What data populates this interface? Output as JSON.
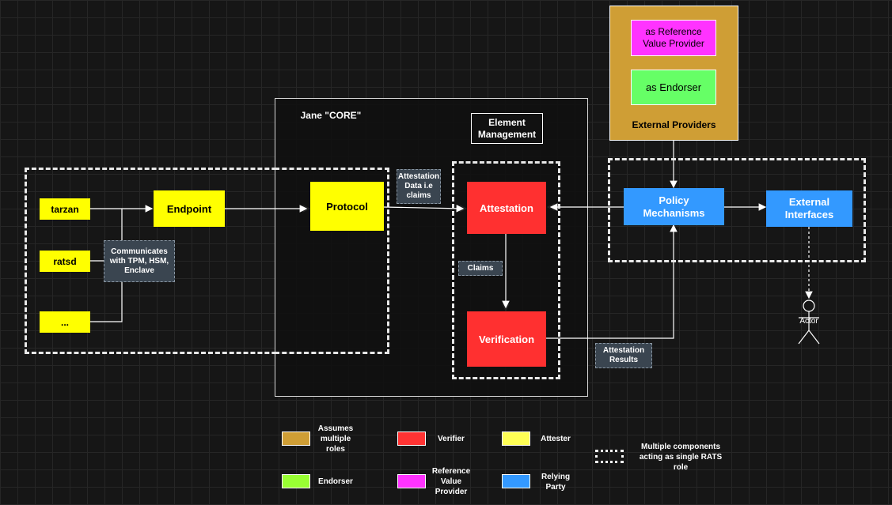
{
  "core": {
    "title": "Jane \"CORE\"",
    "element_management": "Element Management"
  },
  "external": {
    "title": "External Providers",
    "ref_value_provider": "as Reference Value Provider",
    "endorser": "as Endorser"
  },
  "nodes": {
    "tarzan": "tarzan",
    "ratsd": "ratsd",
    "ellipsis": "...",
    "endpoint": "Endpoint",
    "protocol": "Protocol",
    "attestation": "Attestation",
    "verification": "Verification",
    "policy": "Policy Mechanisms",
    "external_interfaces": "External Interfaces",
    "actor": "Actor"
  },
  "tags": {
    "communicates": "Communicates with TPM, HSM, Enclave",
    "attestation_data": "Attestation Data i.e claims",
    "claims": "Claims",
    "results": "Attestation Results"
  },
  "legend": [
    {
      "label": "Assumes multiple roles",
      "color": "#cf9e35"
    },
    {
      "label": "Verifier",
      "color": "#ff3333"
    },
    {
      "label": "Attester",
      "color": "#ffff55"
    },
    {
      "label": "Endorser",
      "color": "#99ff33"
    },
    {
      "label": "Reference Value Provider",
      "color": "#ff33ff"
    },
    {
      "label": "Relying Party",
      "color": "#3399ff"
    },
    {
      "label": "Multiple components acting as single RATS role",
      "color": ""
    }
  ],
  "colors": {
    "attester": "#ffff00",
    "verifier": "#ff3030",
    "relying_party": "#3399ff",
    "external": "#cf9e35",
    "ref": "#ff33ff",
    "endorser": "#66ff66"
  }
}
